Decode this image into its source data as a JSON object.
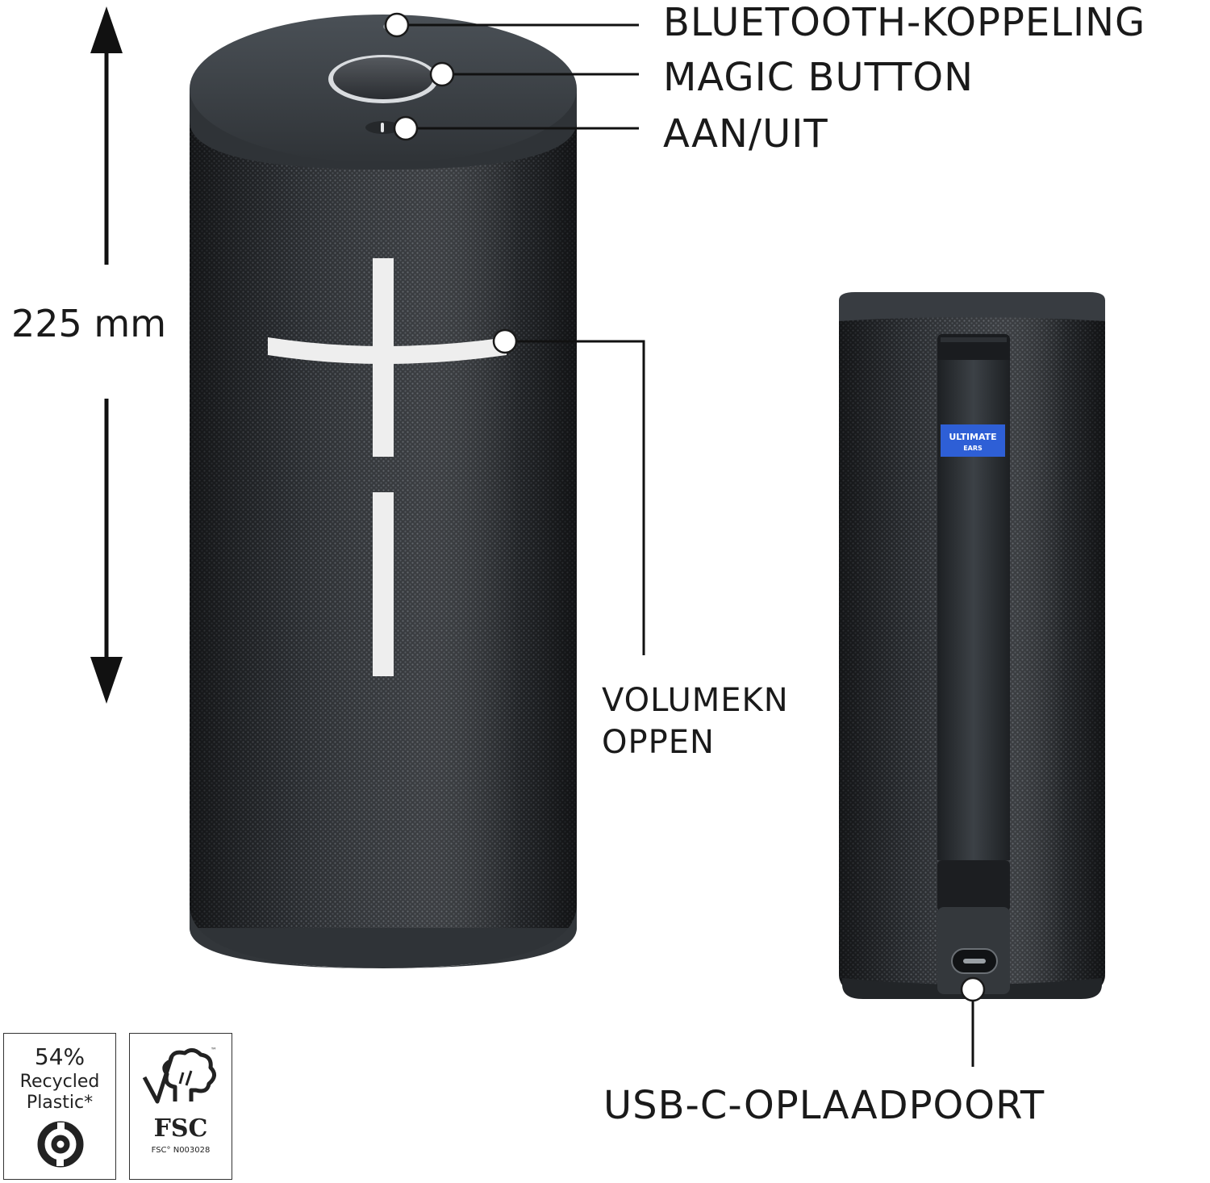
{
  "callouts": {
    "bluetooth": "BLUETOOTH-KOPPELING",
    "magic_button": "MAGIC BUTTON",
    "power": "AAN/UIT",
    "volume": "VOLUMEKN OPPEN",
    "usb": "USB-C-OPLAADPOORT"
  },
  "dimension": {
    "height_label": "225 mm"
  },
  "brand_tag": {
    "line1": "ULTIMATE",
    "line2": "EARS",
    "color": "#2e5fd6"
  },
  "badges": {
    "recycled": {
      "percent": "54%",
      "line1": "Recycled",
      "line2": "Plastic*"
    },
    "fsc": {
      "name": "FSC",
      "tm": "™",
      "code": "FSC° N003028"
    }
  },
  "colors": {
    "speaker_body": "#2f3236",
    "speaker_cap": "#3d4247",
    "ink": "#1a1a1a"
  }
}
